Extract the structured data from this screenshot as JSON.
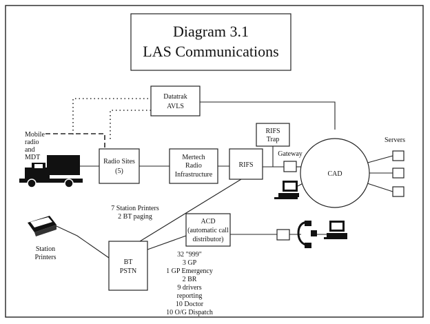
{
  "title": {
    "line1": "Diagram 3.1",
    "line2": "LAS Communications"
  },
  "nodes": {
    "datatrak": [
      "Datatrak",
      "AVLS"
    ],
    "mobile": [
      "Mobile",
      "radio",
      "and",
      "MDT"
    ],
    "radio_sites": [
      "Radio Sites",
      "(5)"
    ],
    "mertech": [
      "Mertech",
      "Radio",
      "Infrastructure"
    ],
    "rifs": "RIFS",
    "rifs_trap": [
      "RIFS",
      "Trap"
    ],
    "gateway": "Gateway",
    "cad": "CAD",
    "servers": "Servers",
    "acd": [
      "ACD",
      "(automatic call",
      "distributor)"
    ],
    "bt_pstn": [
      "BT",
      "PSTN"
    ],
    "station_printers": [
      "Station",
      "Printers"
    ]
  },
  "labels": {
    "printers_paging": [
      "7 Station Printers",
      "2 BT paging"
    ],
    "call_lines": [
      "32 \"999\"",
      "3 GP",
      "1 GP Emergency",
      "2 BR",
      "9 drivers",
      "reporting",
      "10 Doctor",
      "10 O/G Dispatch"
    ]
  }
}
